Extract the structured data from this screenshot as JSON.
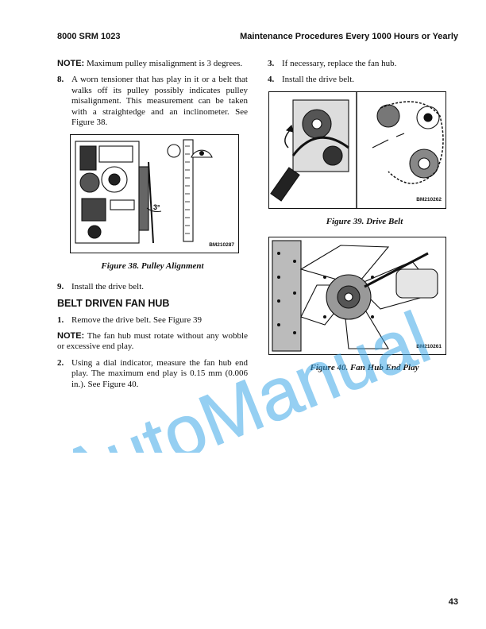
{
  "header": {
    "left": "8000 SRM 1023",
    "right": "Maintenance Procedures Every 1000 Hours or Yearly"
  },
  "left_col": {
    "note1_label": "NOTE:",
    "note1_text": " Maximum pulley misalignment is 3 degrees.",
    "step8_num": "8.",
    "step8_text": "A worn tensioner that has play in it or a belt that walks off its pulley possibly indicates pulley misalignment. This measurement can be taken with a straightedge and an inclinometer. See Figure 38.",
    "fig38_code": "BM210287",
    "fig38_angle": "3°",
    "fig38_caption": "Figure 38. Pulley Alignment",
    "step9_num": "9.",
    "step9_text": "Install the drive belt.",
    "section_title": "BELT DRIVEN FAN HUB",
    "step1_num": "1.",
    "step1_text": "Remove the drive belt. See Figure 39",
    "note2_label": "NOTE:",
    "note2_text": " The fan hub must rotate without any wobble or excessive end play.",
    "step2_num": "2.",
    "step2_text": "Using a dial indicator, measure the fan hub end play. The maximum end play is 0.15 mm (0.006 in.). See Figure 40."
  },
  "right_col": {
    "step3_num": "3.",
    "step3_text": "If necessary, replace the fan hub.",
    "step4_num": "4.",
    "step4_text": "Install the drive belt.",
    "fig39_code": "BM210262",
    "fig39_caption": "Figure 39. Drive Belt",
    "fig40_code": "BM210261",
    "fig40_caption": "Figure 40. Fan Hub End Play"
  },
  "watermark": "AutoManual",
  "page_number": "43"
}
